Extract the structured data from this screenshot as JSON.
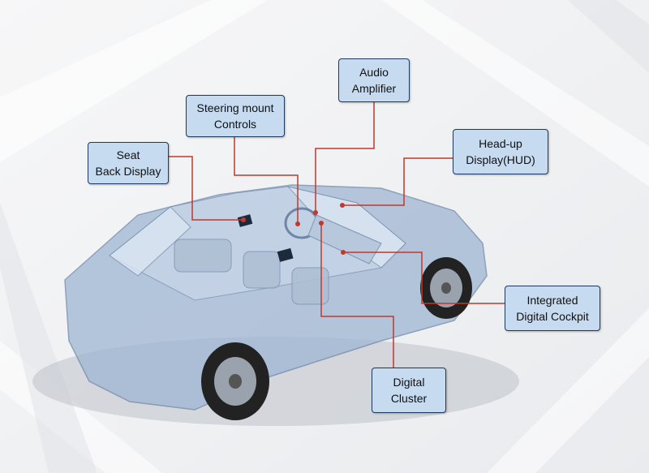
{
  "colors": {
    "box_fill": "#c6daf0",
    "box_border": "#1f3a5f",
    "leader_line": "#c0392b",
    "car_body": "#9fb6d3"
  },
  "labels": {
    "seat_back_display": {
      "line1": "Seat",
      "line2": "Back Display"
    },
    "steering_mount_controls": {
      "line1": "Steering mount",
      "line2": "Controls"
    },
    "audio_amplifier": {
      "line1": "Audio",
      "line2": "Amplifier"
    },
    "head_up_display": {
      "line1": "Head-up",
      "line2": "Display(HUD)"
    },
    "integrated_digital_cockpit": {
      "line1": "Integrated",
      "line2": "Digital Cockpit"
    },
    "digital_cluster": {
      "line1": "Digital",
      "line2": "Cluster"
    }
  }
}
